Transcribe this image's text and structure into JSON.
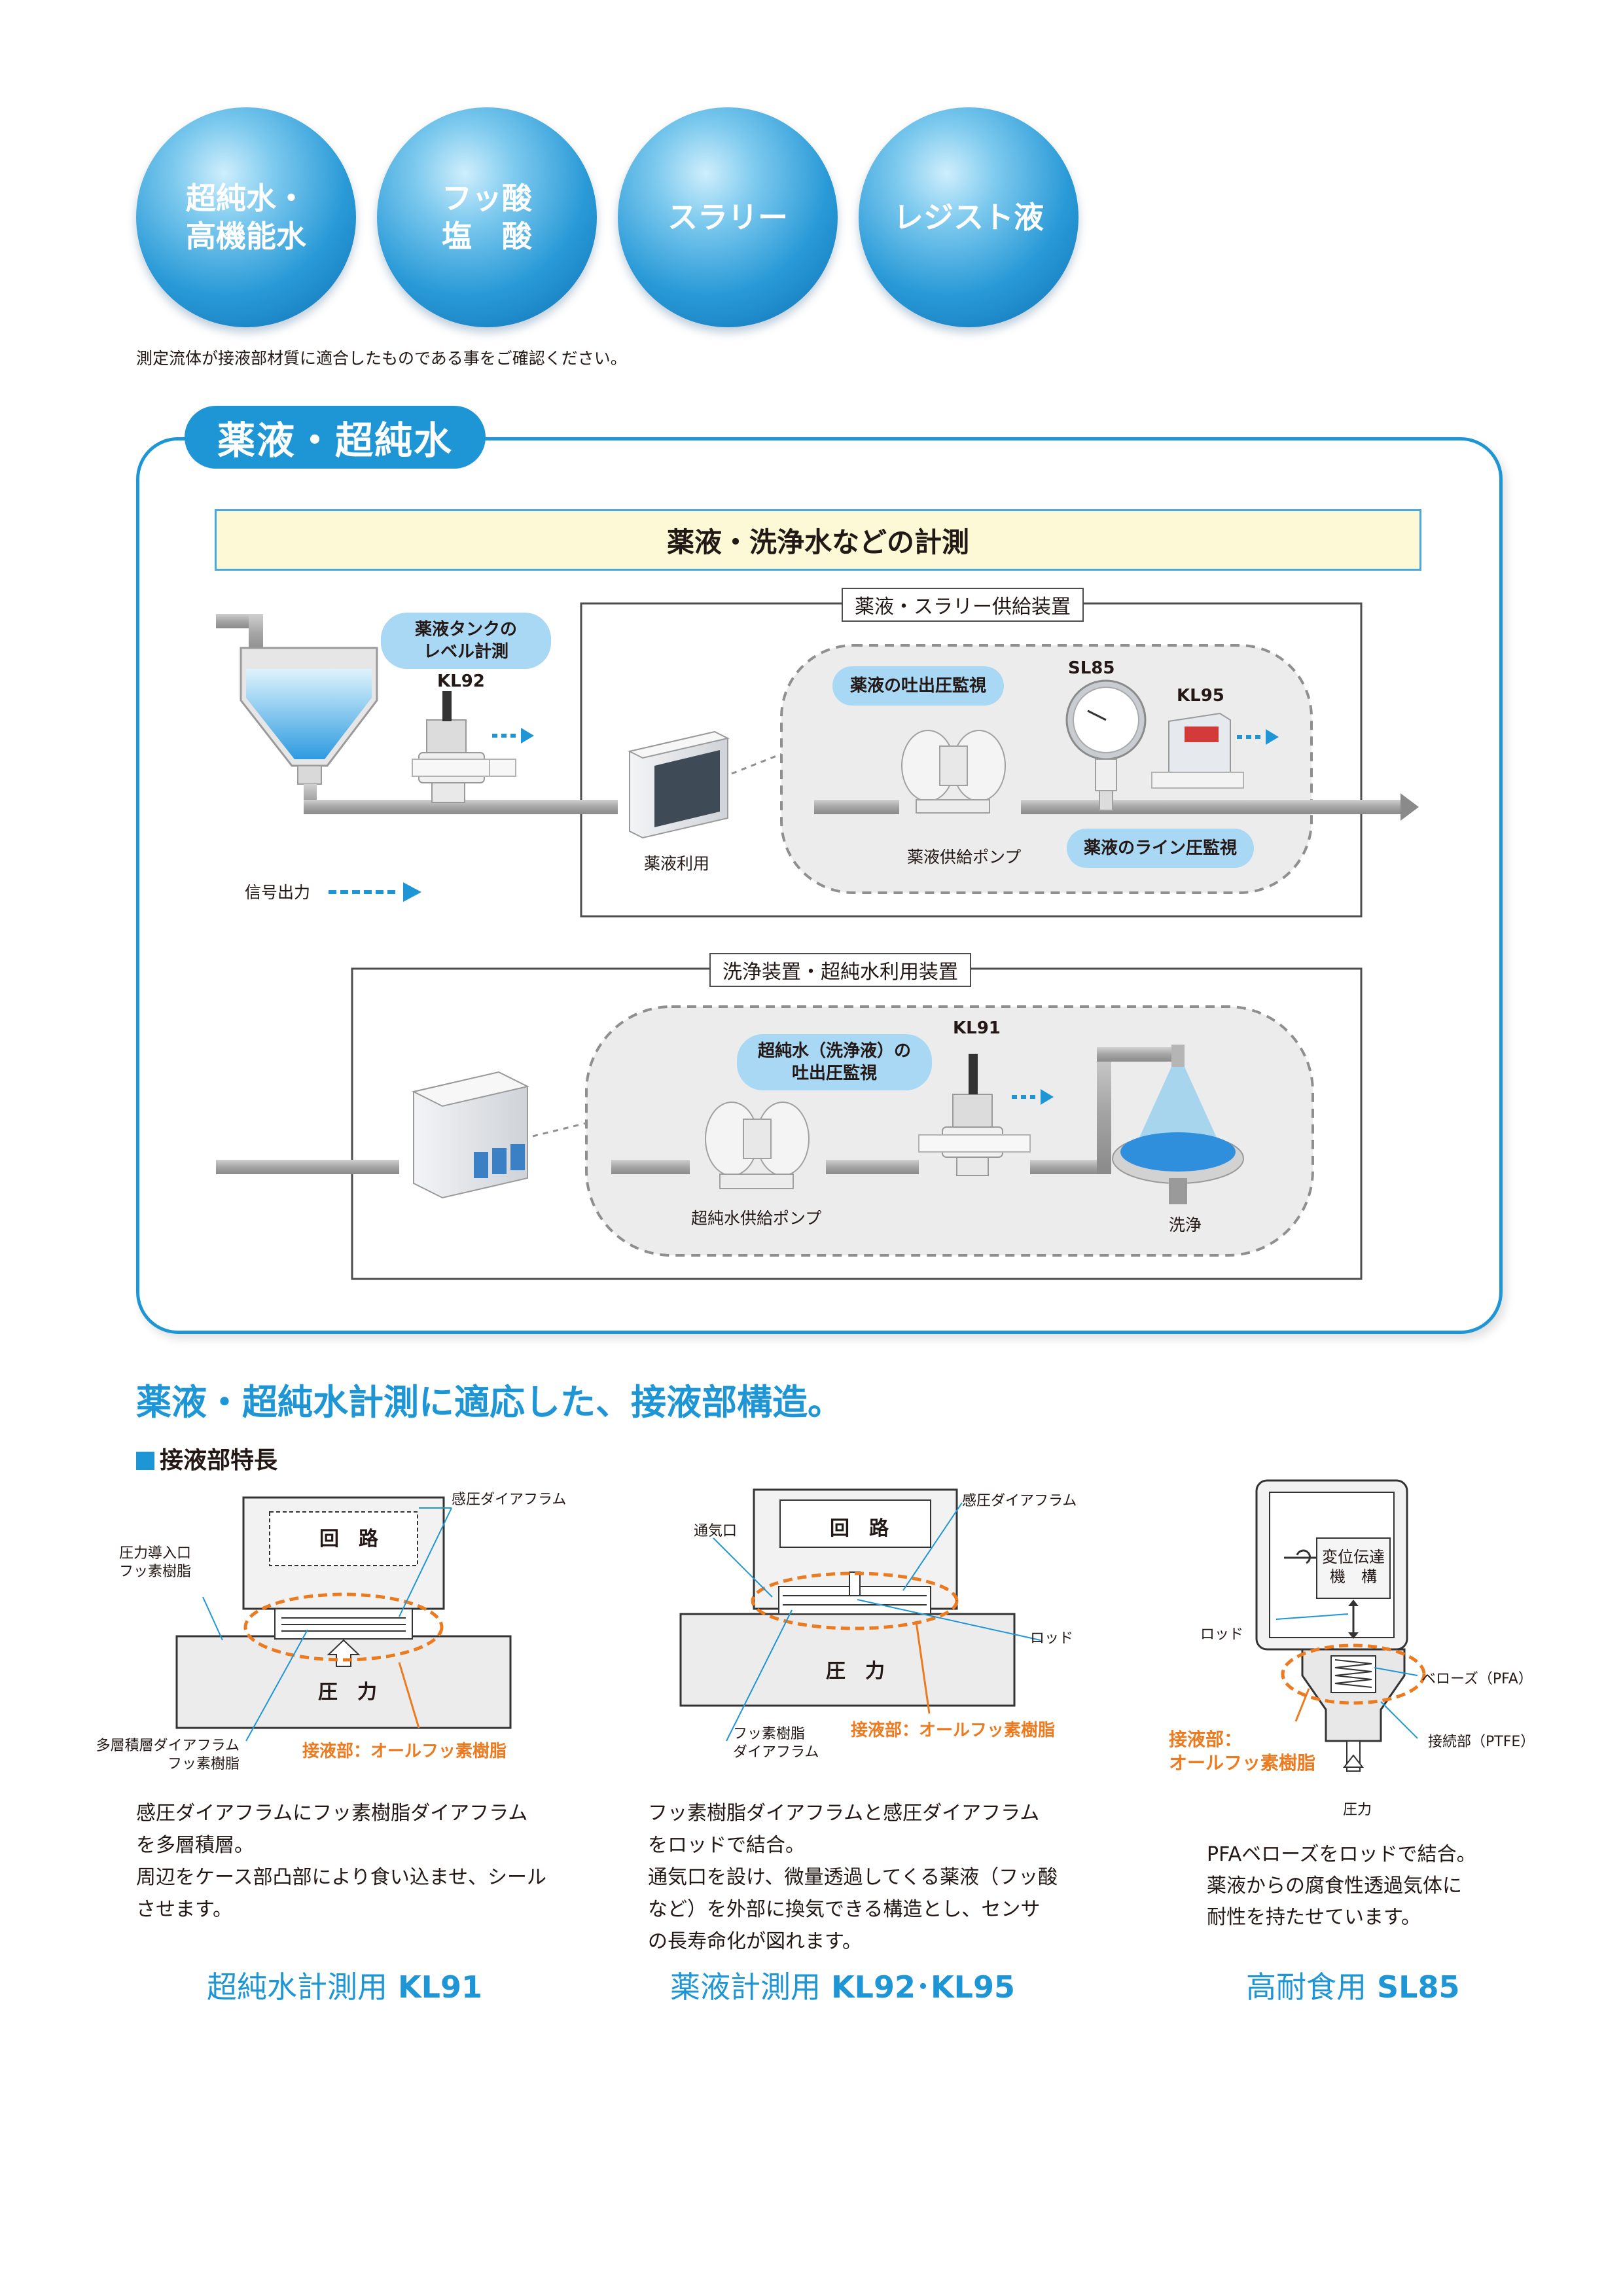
{
  "bubbles": [
    {
      "label": "超純水・\n高機能水"
    },
    {
      "label": "フッ酸\n塩　酸"
    },
    {
      "label": "スラリー"
    },
    {
      "label": "レジスト液"
    }
  ],
  "note": "測定流体が接液部材質に適合したものである事をご確認ください。",
  "panel": {
    "tab": "薬液・超純水",
    "header": "薬液・洗浄水などの計測",
    "upper": {
      "box_title": "薬液・スラリー供給装置",
      "tank_pill": "薬液タンクの\nレベル計測",
      "kl92": "KL92",
      "discharge_pill": "薬液の吐出圧監視",
      "sl85": "SL85",
      "kl95": "KL95",
      "line_pill": "薬液のライン圧監視",
      "pump_label": "薬液供給ポンプ",
      "use_label": "薬液利用",
      "signal_label": "信号出力"
    },
    "lower": {
      "box_title": "洗浄装置・超純水利用装置",
      "pill": "超純水（洗浄液）の\n吐出圧監視",
      "kl91": "KL91",
      "pump_label": "超純水供給ポンプ",
      "wash_label": "洗浄"
    }
  },
  "section": {
    "title": "薬液・超純水計測に適応した、接液部構造。",
    "subtitle": "接液部特長"
  },
  "diagrams": [
    {
      "circuit": "回　路",
      "pressure": "圧　力",
      "label_diaphragm": "感圧ダイアフラム",
      "label_inlet": "圧力導入口\nフッ素樹脂",
      "label_multi": "多層積層ダイアフラム\nフッ素樹脂",
      "label_wetted": "接液部：オールフッ素樹脂",
      "desc": "感圧ダイアフラムにフッ素樹脂ダイアフラム\nを多層積層。\n周辺をケース部凸部により食い込ませ、シール\nさせます。",
      "product_prefix": "超純水計測用",
      "product_model": "KL91"
    },
    {
      "circuit": "回　路",
      "pressure": "圧　力",
      "label_diaphragm": "感圧ダイアフラム",
      "label_vent": "通気口",
      "label_rod": "ロッド",
      "label_fluoro": "フッ素樹脂\nダイアフラム",
      "label_wetted": "接液部：オールフッ素樹脂",
      "desc": "フッ素樹脂ダイアフラムと感圧ダイアフラム\nをロッドで結合。\n通気口を設け、微量透過してくる薬液（フッ酸\nなど）を外部に換気できる構造とし、センサ\nの長寿命化が図れます。",
      "product_prefix": "薬液計測用",
      "product_model": "KL92･KL95"
    },
    {
      "mechanism": "変位伝達\n機　構",
      "label_rod": "ロッド",
      "label_bellows": "ベローズ（PFA）",
      "label_joint": "接続部（PTFE）",
      "label_wetted": "接液部：\nオールフッ素樹脂",
      "label_pressure": "圧力",
      "desc": "PFAベローズをロッドで結合。\n薬液からの腐食性透過気体に\n耐性を持たせています。",
      "product_prefix": "高耐食用",
      "product_model": "SL85"
    }
  ],
  "colors": {
    "accent": "#1e96d6",
    "orange": "#ec7a1f",
    "pill": "#a8d8f4",
    "header_bg": "#fdf9d6"
  }
}
